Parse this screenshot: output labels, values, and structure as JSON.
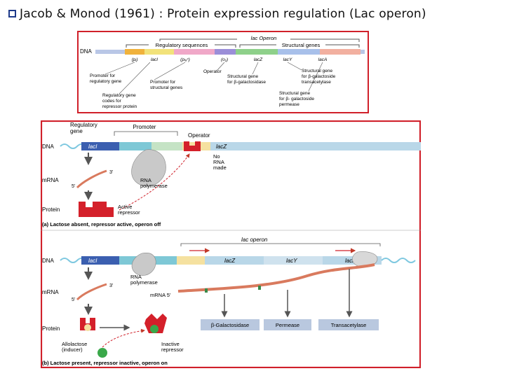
{
  "title": "Jacob & Monod (1961) : Protein expression regulation (Lac operon)",
  "top": {
    "operon": "lac Operon",
    "regulatory": "Regulatory sequences",
    "structural": "Structural genes",
    "dna": "DNA",
    "segments": [
      "(pᵢ)",
      "lacI",
      "(pₗₐᶜ)",
      "(o₁)",
      "lacZ",
      "lacY",
      "lacA"
    ],
    "notes": {
      "promoter_reg": [
        "Promoter for",
        "regulatory gene"
      ],
      "reg_gene": [
        "Regulatory gene",
        "codes for",
        "repressor protein"
      ],
      "promoter_struct": [
        "Promoter for",
        "structural genes"
      ],
      "operator": "Operator",
      "struct_gal": [
        "Structural gene",
        "for β-galactosidase"
      ],
      "struct_trans": [
        "Structural gene",
        "for β-galactoside",
        "transacetylase"
      ],
      "struct_perm": [
        "Structural gene",
        "for β- galactoside",
        "permease"
      ]
    }
  },
  "a": {
    "reg_gene": [
      "Regulatory",
      "gene"
    ],
    "promoter": "Promoter",
    "operator": "Operator",
    "dna": "DNA",
    "lacI": "lacI",
    "lacZ": "lacZ",
    "no_rna": [
      "No",
      "RNA",
      "made"
    ],
    "mrna": "mRNA",
    "three": "3'",
    "five": "5'",
    "rnap": [
      "RNA",
      "polymerase"
    ],
    "protein": "Protein",
    "active": [
      "Active",
      "repressor"
    ],
    "caption": "(a) Lactose absent, repressor active, operon off"
  },
  "b": {
    "operon": "lac operon",
    "dna": "DNA",
    "lacI": "lacI",
    "lacZ": "lacZ",
    "lacY": "lacY",
    "lacA": "lacA",
    "rnap": [
      "RNA",
      "polymerase"
    ],
    "mrna": "mRNA",
    "mrna5": "mRNA 5'",
    "three": "3'",
    "five": "5'",
    "protein": "Protein",
    "enzymes": [
      "β-Galactosidase",
      "Permease",
      "Transacetylase"
    ],
    "allolactose": [
      "Allolactose",
      "(inducer)"
    ],
    "inactive": [
      "Inactive",
      "repressor"
    ],
    "caption": "(b) Lactose present, repressor inactive, operon on"
  },
  "colors": {
    "frame": "#d0202a",
    "lacI": "#3b5fb0",
    "promoter": "#7ec8d6",
    "operator": "#f5e1a0",
    "repressor": "#d4202a",
    "gene": "#b9d7e8",
    "mrna": "#d97a5e"
  }
}
